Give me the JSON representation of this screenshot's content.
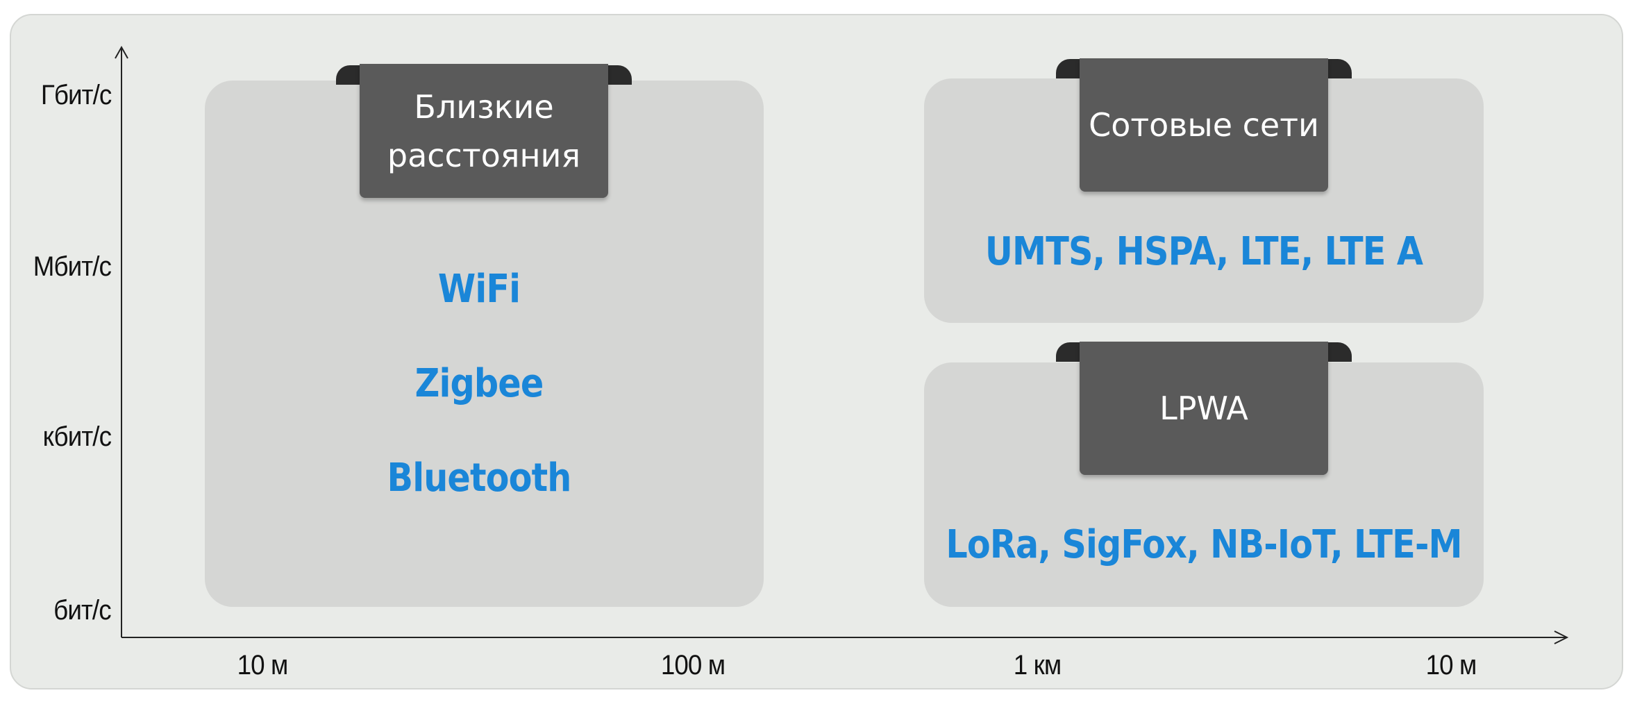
{
  "axes": {
    "y_ticks": [
      "Гбит/с",
      "Мбит/с",
      "кбит/с",
      "бит/с"
    ],
    "x_ticks": [
      "10 м",
      "100 м",
      "1 км",
      "10 м"
    ]
  },
  "groups": {
    "short_range": {
      "title_line1": "Близкие",
      "title_line2": "расстояния",
      "items": [
        "WiFi",
        "Zigbee",
        "Bluetooth"
      ]
    },
    "cellular": {
      "title": "Сотовые сети",
      "items": [
        "UMTS, HSPA, LTE, LTE A"
      ]
    },
    "lpwa": {
      "title": "LPWA",
      "items": [
        "LoRa, SigFox, NB-IoT, LTE-M"
      ]
    }
  },
  "colors": {
    "tech_text": "#1a86d8",
    "tab_bg": "#5a5a5a",
    "box_bg": "#d5d6d4"
  }
}
